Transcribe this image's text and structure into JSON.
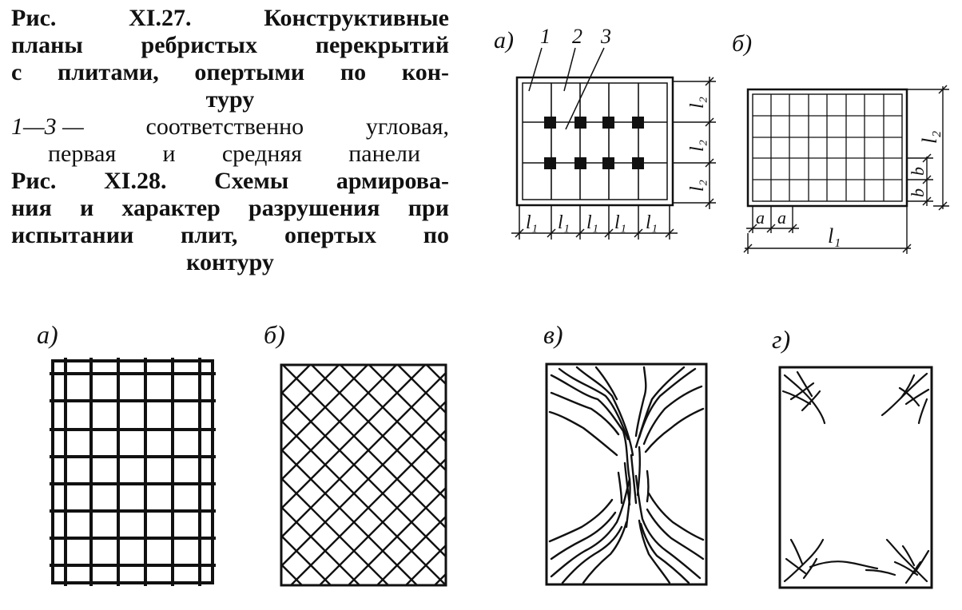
{
  "caption": {
    "fig27_l1": [
      "Рис.",
      "XI.27.",
      "Конструктивные"
    ],
    "fig27_l2": [
      "планы",
      "ребристых",
      "перекрытий"
    ],
    "fig27_l3": [
      "с",
      "плитами,",
      "опертыми",
      "по",
      "кон-"
    ],
    "fig27_l4": "туру",
    "fig27_legend_l1": [
      "1—3 —",
      "соответственно",
      "угловая,"
    ],
    "fig27_legend_l2": [
      "первая",
      "и",
      "средняя",
      "панели"
    ],
    "fig28_l1": [
      "Рис.",
      "XI.28.",
      "Схемы",
      "армирова-"
    ],
    "fig28_l2": [
      "ния",
      "и",
      "характер",
      "разрушения",
      "при"
    ],
    "fig28_l3": [
      "испытании",
      "плит,",
      "опертых",
      "по"
    ],
    "fig28_l4": "контуру"
  },
  "fig27": {
    "a_label": "а)",
    "b_label": "б)",
    "callouts": [
      "1",
      "2",
      "3"
    ],
    "dim_l1": "l₁",
    "dim_l2": "l₂",
    "dim_a": "a",
    "dim_b": "b"
  },
  "fig28": {
    "a_label": "а)",
    "b_label": "б)",
    "v_label": "в)",
    "g_label": "г)"
  }
}
